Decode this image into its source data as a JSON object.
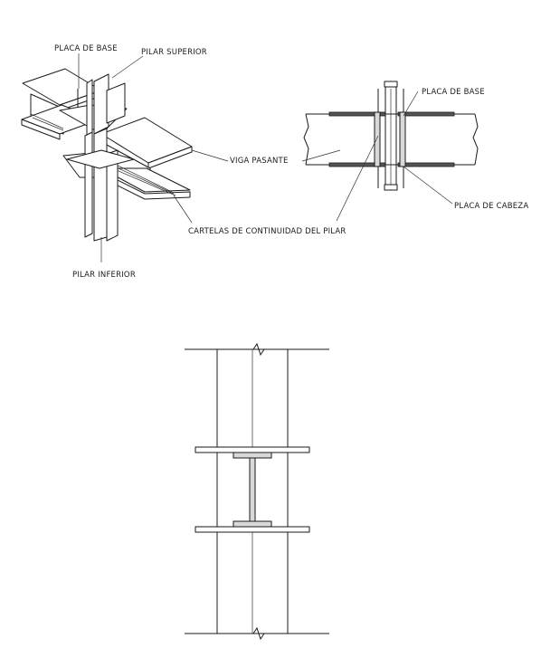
{
  "labels": {
    "placa_de_base_iso": "PLACA DE BASE",
    "pilar_superior": "PILAR SUPERIOR",
    "viga_pasante": "VIGA PASANTE",
    "cartelas": "CARTELAS DE CONTINUIDAD DEL PILAR",
    "pilar_inferior": "PILAR INFERIOR",
    "placa_de_base_elev": "PLACA DE BASE",
    "placa_de_cabeza": "PLACA DE CABEZA"
  },
  "colors": {
    "line": "#1a1a1a",
    "hatch": "#d9d9d9",
    "background": "#ffffff"
  }
}
